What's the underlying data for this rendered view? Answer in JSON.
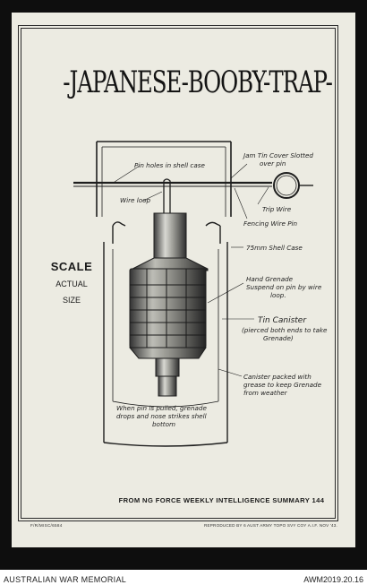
{
  "poster": {
    "title": "-JAPANESE-BOOBY-TRAP-",
    "scale_heading": "SCALE",
    "scale_value": "ACTUAL",
    "scale_value2": "SIZE",
    "summary": "FROM NG FORCE WEEKLY INTELLIGENCE SUMMARY 144",
    "reference": "F/R/MISC/6584",
    "reproduced": "REPRODUCED BY 6 AUST ARMY TOPO SVY COY A.I.F. NOV '43."
  },
  "labels": {
    "pin_holes": "Pin holes in shell case",
    "jam_tin_1": "Jam Tin Cover Slotted",
    "jam_tin_2": "over pin",
    "wire_loop": "Wire loop",
    "trip_wire": "Trip Wire",
    "fencing_wire": "Fencing Wire Pin",
    "shell_case": "75mm Shell Case",
    "grenade_1": "Hand Grenade",
    "grenade_2": "Suspend on pin by wire",
    "grenade_3": "loop.",
    "tin_canister": "Tin Canister",
    "canister_note_1": "(pierced both ends to take",
    "canister_note_2": "Grenade)",
    "packed_1": "Canister packed with",
    "packed_2": "grease to keep Grenade",
    "packed_3": "from weather",
    "pulled_1": "When pin is pulled, grenade",
    "pulled_2": "drops and nose strikes shell",
    "pulled_3": "bottom"
  },
  "footer": {
    "left": "AUSTRALIAN WAR MEMORIAL",
    "right": "AWM2019.20.16"
  },
  "colors": {
    "paper": "#ecebe2",
    "ink": "#1e1e1e",
    "frame": "#0e0e0e"
  }
}
